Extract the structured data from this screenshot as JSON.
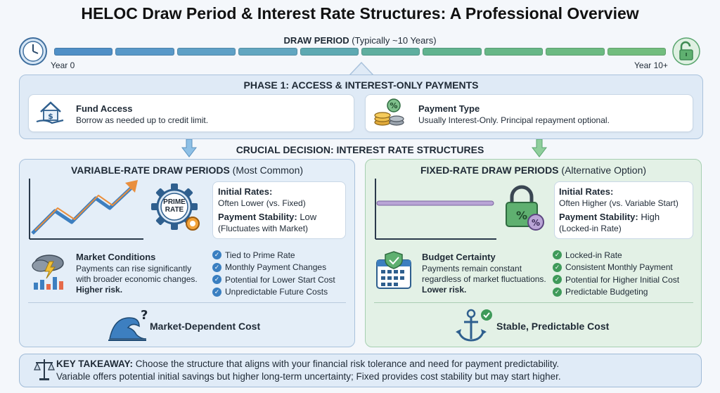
{
  "title": "HELOC Draw Period & Interest Rate Structures: A Professional Overview",
  "draw_period": {
    "label_bold": "DRAW PERIOD",
    "label_rest": " (Typically ~10 Years)",
    "start": "Year 0",
    "end": "Year 10+",
    "segment_colors": [
      "#4f8fc6",
      "#5898c8",
      "#5ea0c6",
      "#62a6c0",
      "#5ea9b2",
      "#5fae9f",
      "#61b38f",
      "#67b787",
      "#6cba82",
      "#72bd7e"
    ]
  },
  "phase1": {
    "title": "PHASE 1: ACCESS & INTEREST-ONLY PAYMENTS",
    "fund_access": {
      "heading": "Fund Access",
      "text": "Borrow as needed up to credit limit."
    },
    "payment_type": {
      "heading": "Payment Type",
      "text": "Usually Interest-Only. Principal repayment optional."
    }
  },
  "crucial": "CRUCIAL DECISION: INTEREST RATE STRUCTURES",
  "variable": {
    "title_bold": "VARIABLE-RATE DRAW PERIODS",
    "title_rest": " (Most Common)",
    "gear_label_1": "PRIME",
    "gear_label_2": "RATE",
    "initial_rates_h": "Initial Rates:",
    "initial_rates_t": "Often Lower (vs. Fixed)",
    "stability_h": "Payment Stability:",
    "stability_v": " Low",
    "stability_t": "(Fluctuates with Market)",
    "cond_h": "Market Conditions",
    "cond_t1": "Payments can rise significantly",
    "cond_t2": "with broader economic changes.",
    "cond_risk": "Higher risk.",
    "bullets": [
      "Tied to Prime Rate",
      "Monthly Payment Changes",
      "Potential for Lower Start Cost",
      "Unpredictable Future Costs"
    ],
    "footer": "Market-Dependent Cost",
    "accent": "#3a7fc1"
  },
  "fixed": {
    "title_bold": "FIXED-RATE DRAW PERIODS",
    "title_rest": " (Alternative Option)",
    "initial_rates_h": "Initial Rates:",
    "initial_rates_t": "Often Higher (vs. Variable Start)",
    "stability_h": "Payment Stability:",
    "stability_v": " High",
    "stability_t": "(Locked-in Rate)",
    "cond_h": "Budget Certainty",
    "cond_t1": "Payments remain constant",
    "cond_t2": "regardless of market fluctuations.",
    "cond_risk": "Lower risk.",
    "bullets": [
      "Locked-in Rate",
      "Consistent Monthly Payment",
      "Potential for Higher Initial Cost",
      "Predictable Budgeting"
    ],
    "footer": "Stable, Predictable Cost",
    "accent": "#3f9a5a"
  },
  "takeaway": {
    "label": "KEY TAKEAWAY:",
    "line1": " Choose the structure that aligns with your financial risk tolerance and need for payment predictability.",
    "line2": "Variable offers potential initial savings but higher long-term uncertainty; Fixed provides cost stability but may start higher."
  }
}
